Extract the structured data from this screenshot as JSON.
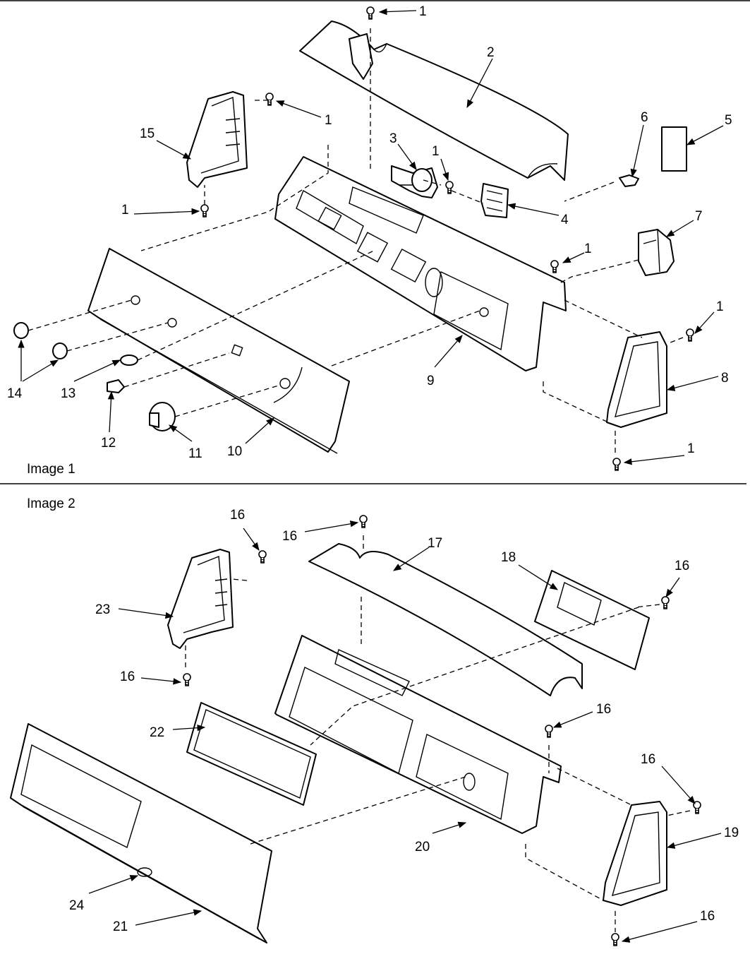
{
  "panels": [
    {
      "title": "Image 1",
      "callouts": [
        {
          "id": "c1a",
          "text": "1"
        },
        {
          "id": "c1b",
          "text": "1"
        },
        {
          "id": "c1c",
          "text": "1"
        },
        {
          "id": "c1d",
          "text": "1"
        },
        {
          "id": "c1e",
          "text": "1"
        },
        {
          "id": "c1f",
          "text": "1"
        },
        {
          "id": "c1g",
          "text": "1"
        },
        {
          "id": "c2",
          "text": "2"
        },
        {
          "id": "c3",
          "text": "3"
        },
        {
          "id": "c4",
          "text": "4"
        },
        {
          "id": "c5",
          "text": "5"
        },
        {
          "id": "c6",
          "text": "6"
        },
        {
          "id": "c7",
          "text": "7"
        },
        {
          "id": "c8",
          "text": "8"
        },
        {
          "id": "c9",
          "text": "9"
        },
        {
          "id": "c10",
          "text": "10"
        },
        {
          "id": "c11",
          "text": "11"
        },
        {
          "id": "c12",
          "text": "12"
        },
        {
          "id": "c13",
          "text": "13"
        },
        {
          "id": "c14",
          "text": "14"
        },
        {
          "id": "c15",
          "text": "15"
        }
      ]
    },
    {
      "title": "Image 2",
      "callouts": [
        {
          "id": "c16a",
          "text": "16"
        },
        {
          "id": "c16b",
          "text": "16"
        },
        {
          "id": "c16c",
          "text": "16"
        },
        {
          "id": "c16d",
          "text": "16"
        },
        {
          "id": "c16e",
          "text": "16"
        },
        {
          "id": "c16f",
          "text": "16"
        },
        {
          "id": "c16g",
          "text": "16"
        },
        {
          "id": "c17",
          "text": "17"
        },
        {
          "id": "c18",
          "text": "18"
        },
        {
          "id": "c19",
          "text": "19"
        },
        {
          "id": "c20",
          "text": "20"
        },
        {
          "id": "c21",
          "text": "21"
        },
        {
          "id": "c22",
          "text": "22"
        },
        {
          "id": "c23",
          "text": "23"
        },
        {
          "id": "c24",
          "text": "24"
        }
      ]
    }
  ]
}
